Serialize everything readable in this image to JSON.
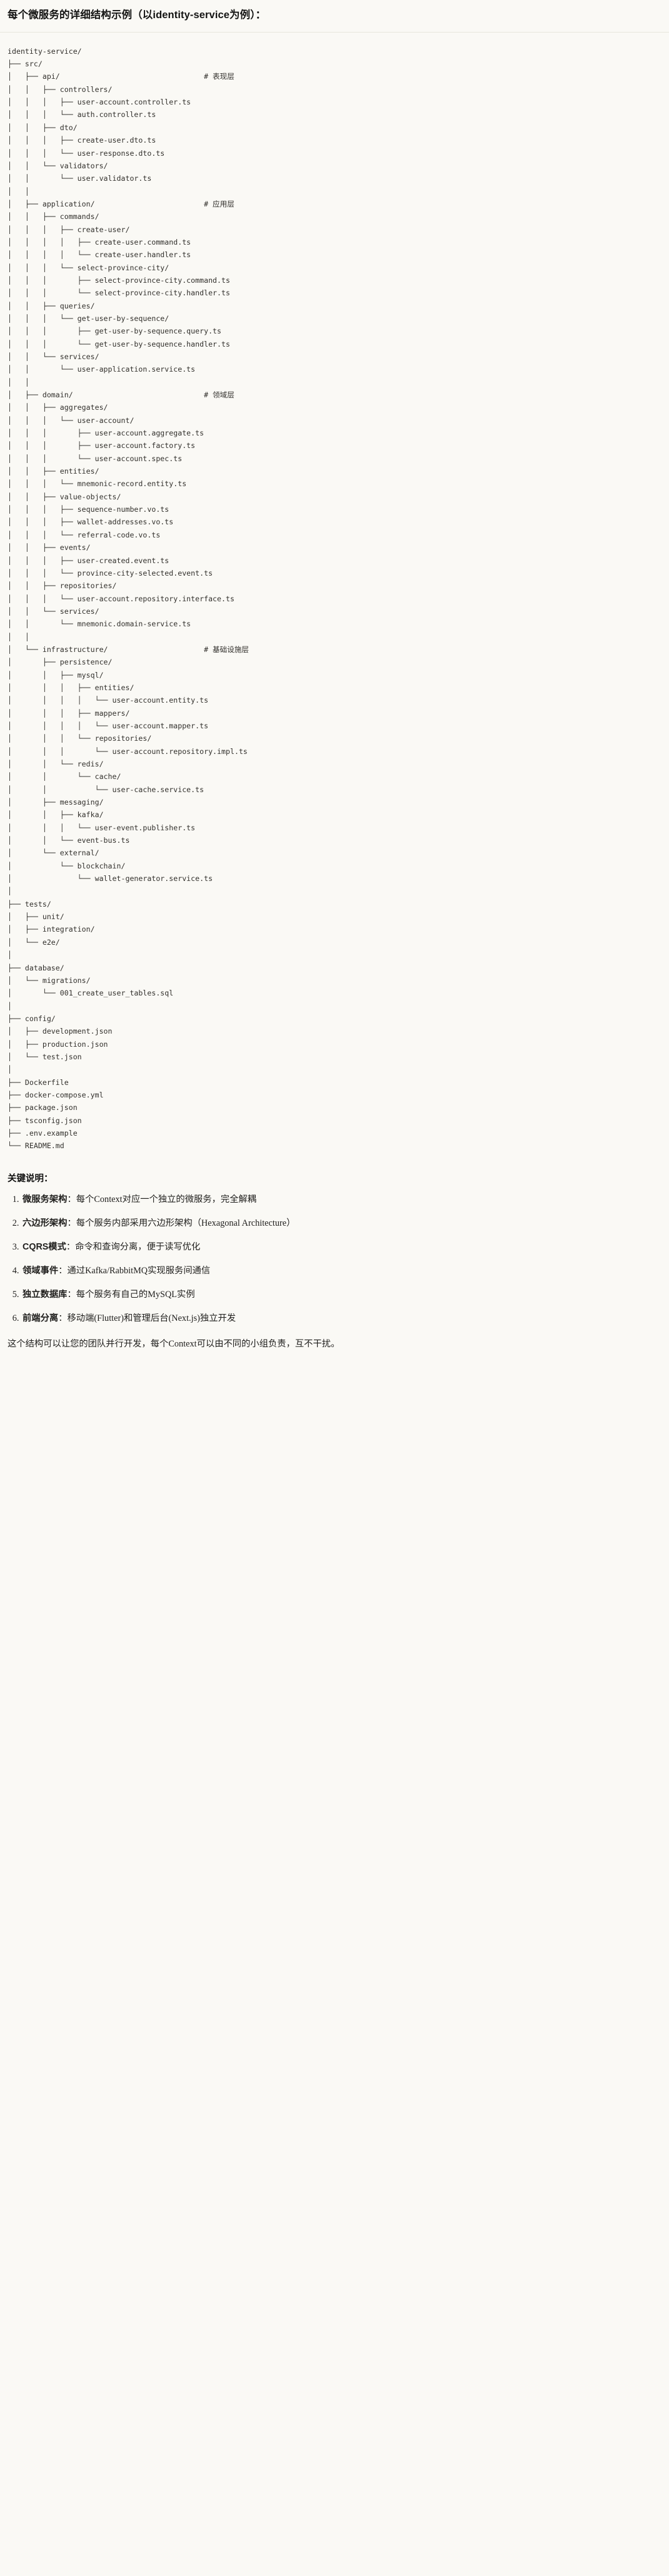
{
  "heading": "每个微服务的详细结构示例（以identity-service为例）：",
  "tree": {
    "root_label": "identity-service/",
    "lines": [
      {
        "text": "identity-service/",
        "comment": ""
      },
      {
        "text": "├── src/",
        "comment": ""
      },
      {
        "text": "│   ├── api/",
        "comment": "# 表现层"
      },
      {
        "text": "│   │   ├── controllers/",
        "comment": ""
      },
      {
        "text": "│   │   │   ├── user-account.controller.ts",
        "comment": ""
      },
      {
        "text": "│   │   │   └── auth.controller.ts",
        "comment": ""
      },
      {
        "text": "│   │   ├── dto/",
        "comment": ""
      },
      {
        "text": "│   │   │   ├── create-user.dto.ts",
        "comment": ""
      },
      {
        "text": "│   │   │   └── user-response.dto.ts",
        "comment": ""
      },
      {
        "text": "│   │   └── validators/",
        "comment": ""
      },
      {
        "text": "│   │       └── user.validator.ts",
        "comment": ""
      },
      {
        "text": "│   │",
        "comment": ""
      },
      {
        "text": "│   ├── application/",
        "comment": "# 应用层"
      },
      {
        "text": "│   │   ├── commands/",
        "comment": ""
      },
      {
        "text": "│   │   │   ├── create-user/",
        "comment": ""
      },
      {
        "text": "│   │   │   │   ├── create-user.command.ts",
        "comment": ""
      },
      {
        "text": "│   │   │   │   └── create-user.handler.ts",
        "comment": ""
      },
      {
        "text": "│   │   │   └── select-province-city/",
        "comment": ""
      },
      {
        "text": "│   │   │       ├── select-province-city.command.ts",
        "comment": ""
      },
      {
        "text": "│   │   │       └── select-province-city.handler.ts",
        "comment": ""
      },
      {
        "text": "│   │   ├── queries/",
        "comment": ""
      },
      {
        "text": "│   │   │   └── get-user-by-sequence/",
        "comment": ""
      },
      {
        "text": "│   │   │       ├── get-user-by-sequence.query.ts",
        "comment": ""
      },
      {
        "text": "│   │   │       └── get-user-by-sequence.handler.ts",
        "comment": ""
      },
      {
        "text": "│   │   └── services/",
        "comment": ""
      },
      {
        "text": "│   │       └── user-application.service.ts",
        "comment": ""
      },
      {
        "text": "│   │",
        "comment": ""
      },
      {
        "text": "│   ├── domain/",
        "comment": "# 领域层"
      },
      {
        "text": "│   │   ├── aggregates/",
        "comment": ""
      },
      {
        "text": "│   │   │   └── user-account/",
        "comment": ""
      },
      {
        "text": "│   │   │       ├── user-account.aggregate.ts",
        "comment": ""
      },
      {
        "text": "│   │   │       ├── user-account.factory.ts",
        "comment": ""
      },
      {
        "text": "│   │   │       └── user-account.spec.ts",
        "comment": ""
      },
      {
        "text": "│   │   ├── entities/",
        "comment": ""
      },
      {
        "text": "│   │   │   └── mnemonic-record.entity.ts",
        "comment": ""
      },
      {
        "text": "│   │   ├── value-objects/",
        "comment": ""
      },
      {
        "text": "│   │   │   ├── sequence-number.vo.ts",
        "comment": ""
      },
      {
        "text": "│   │   │   ├── wallet-addresses.vo.ts",
        "comment": ""
      },
      {
        "text": "│   │   │   └── referral-code.vo.ts",
        "comment": ""
      },
      {
        "text": "│   │   ├── events/",
        "comment": ""
      },
      {
        "text": "│   │   │   ├── user-created.event.ts",
        "comment": ""
      },
      {
        "text": "│   │   │   └── province-city-selected.event.ts",
        "comment": ""
      },
      {
        "text": "│   │   ├── repositories/",
        "comment": ""
      },
      {
        "text": "│   │   │   └── user-account.repository.interface.ts",
        "comment": ""
      },
      {
        "text": "│   │   └── services/",
        "comment": ""
      },
      {
        "text": "│   │       └── mnemonic.domain-service.ts",
        "comment": ""
      },
      {
        "text": "│   │",
        "comment": ""
      },
      {
        "text": "│   └── infrastructure/",
        "comment": "# 基础设施层"
      },
      {
        "text": "│       ├── persistence/",
        "comment": ""
      },
      {
        "text": "│       │   ├── mysql/",
        "comment": ""
      },
      {
        "text": "│       │   │   ├── entities/",
        "comment": ""
      },
      {
        "text": "│       │   │   │   └── user-account.entity.ts",
        "comment": ""
      },
      {
        "text": "│       │   │   ├── mappers/",
        "comment": ""
      },
      {
        "text": "│       │   │   │   └── user-account.mapper.ts",
        "comment": ""
      },
      {
        "text": "│       │   │   └── repositories/",
        "comment": ""
      },
      {
        "text": "│       │   │       └── user-account.repository.impl.ts",
        "comment": ""
      },
      {
        "text": "│       │   └── redis/",
        "comment": ""
      },
      {
        "text": "│       │       └── cache/",
        "comment": ""
      },
      {
        "text": "│       │           └── user-cache.service.ts",
        "comment": ""
      },
      {
        "text": "│       ├── messaging/",
        "comment": ""
      },
      {
        "text": "│       │   ├── kafka/",
        "comment": ""
      },
      {
        "text": "│       │   │   └── user-event.publisher.ts",
        "comment": ""
      },
      {
        "text": "│       │   └── event-bus.ts",
        "comment": ""
      },
      {
        "text": "│       └── external/",
        "comment": ""
      },
      {
        "text": "│           └── blockchain/",
        "comment": ""
      },
      {
        "text": "│               └── wallet-generator.service.ts",
        "comment": ""
      },
      {
        "text": "│",
        "comment": ""
      },
      {
        "text": "├── tests/",
        "comment": ""
      },
      {
        "text": "│   ├── unit/",
        "comment": ""
      },
      {
        "text": "│   ├── integration/",
        "comment": ""
      },
      {
        "text": "│   └── e2e/",
        "comment": ""
      },
      {
        "text": "│",
        "comment": ""
      },
      {
        "text": "├── database/",
        "comment": ""
      },
      {
        "text": "│   └── migrations/",
        "comment": ""
      },
      {
        "text": "│       └── 001_create_user_tables.sql",
        "comment": ""
      },
      {
        "text": "│",
        "comment": ""
      },
      {
        "text": "├── config/",
        "comment": ""
      },
      {
        "text": "│   ├── development.json",
        "comment": ""
      },
      {
        "text": "│   ├── production.json",
        "comment": ""
      },
      {
        "text": "│   └── test.json",
        "comment": ""
      },
      {
        "text": "│",
        "comment": ""
      },
      {
        "text": "├── Dockerfile",
        "comment": ""
      },
      {
        "text": "├── docker-compose.yml",
        "comment": ""
      },
      {
        "text": "├── package.json",
        "comment": ""
      },
      {
        "text": "├── tsconfig.json",
        "comment": ""
      },
      {
        "text": "├── .env.example",
        "comment": ""
      },
      {
        "text": "└── README.md",
        "comment": ""
      }
    ],
    "comment_column": 45
  },
  "notes": {
    "title": "关键说明：",
    "items": [
      {
        "term": "微服务架构",
        "sep": "：",
        "desc": "每个Context对应一个独立的微服务，完全解耦"
      },
      {
        "term": "六边形架构",
        "sep": "：",
        "desc": "每个服务内部采用六边形架构（Hexagonal Architecture）"
      },
      {
        "term": "CQRS模式",
        "sep": "：",
        "desc": "命令和查询分离，便于读写优化"
      },
      {
        "term": "领域事件",
        "sep": "：",
        "desc": "通过Kafka/RabbitMQ实现服务间通信"
      },
      {
        "term": "独立数据库",
        "sep": "：",
        "desc": "每个服务有自己的MySQL实例"
      },
      {
        "term": "前端分离",
        "sep": "：",
        "desc": "移动端(Flutter)和管理后台(Next.js)独立开发"
      }
    ],
    "closing": "这个结构可以让您的团队并行开发，每个Context可以由不同的小组负责，互不干扰。"
  },
  "colors": {
    "page_bg": "#faf9f5",
    "text": "#1a1a18",
    "code_text": "#32302c",
    "rule": "#e8e6dd"
  }
}
